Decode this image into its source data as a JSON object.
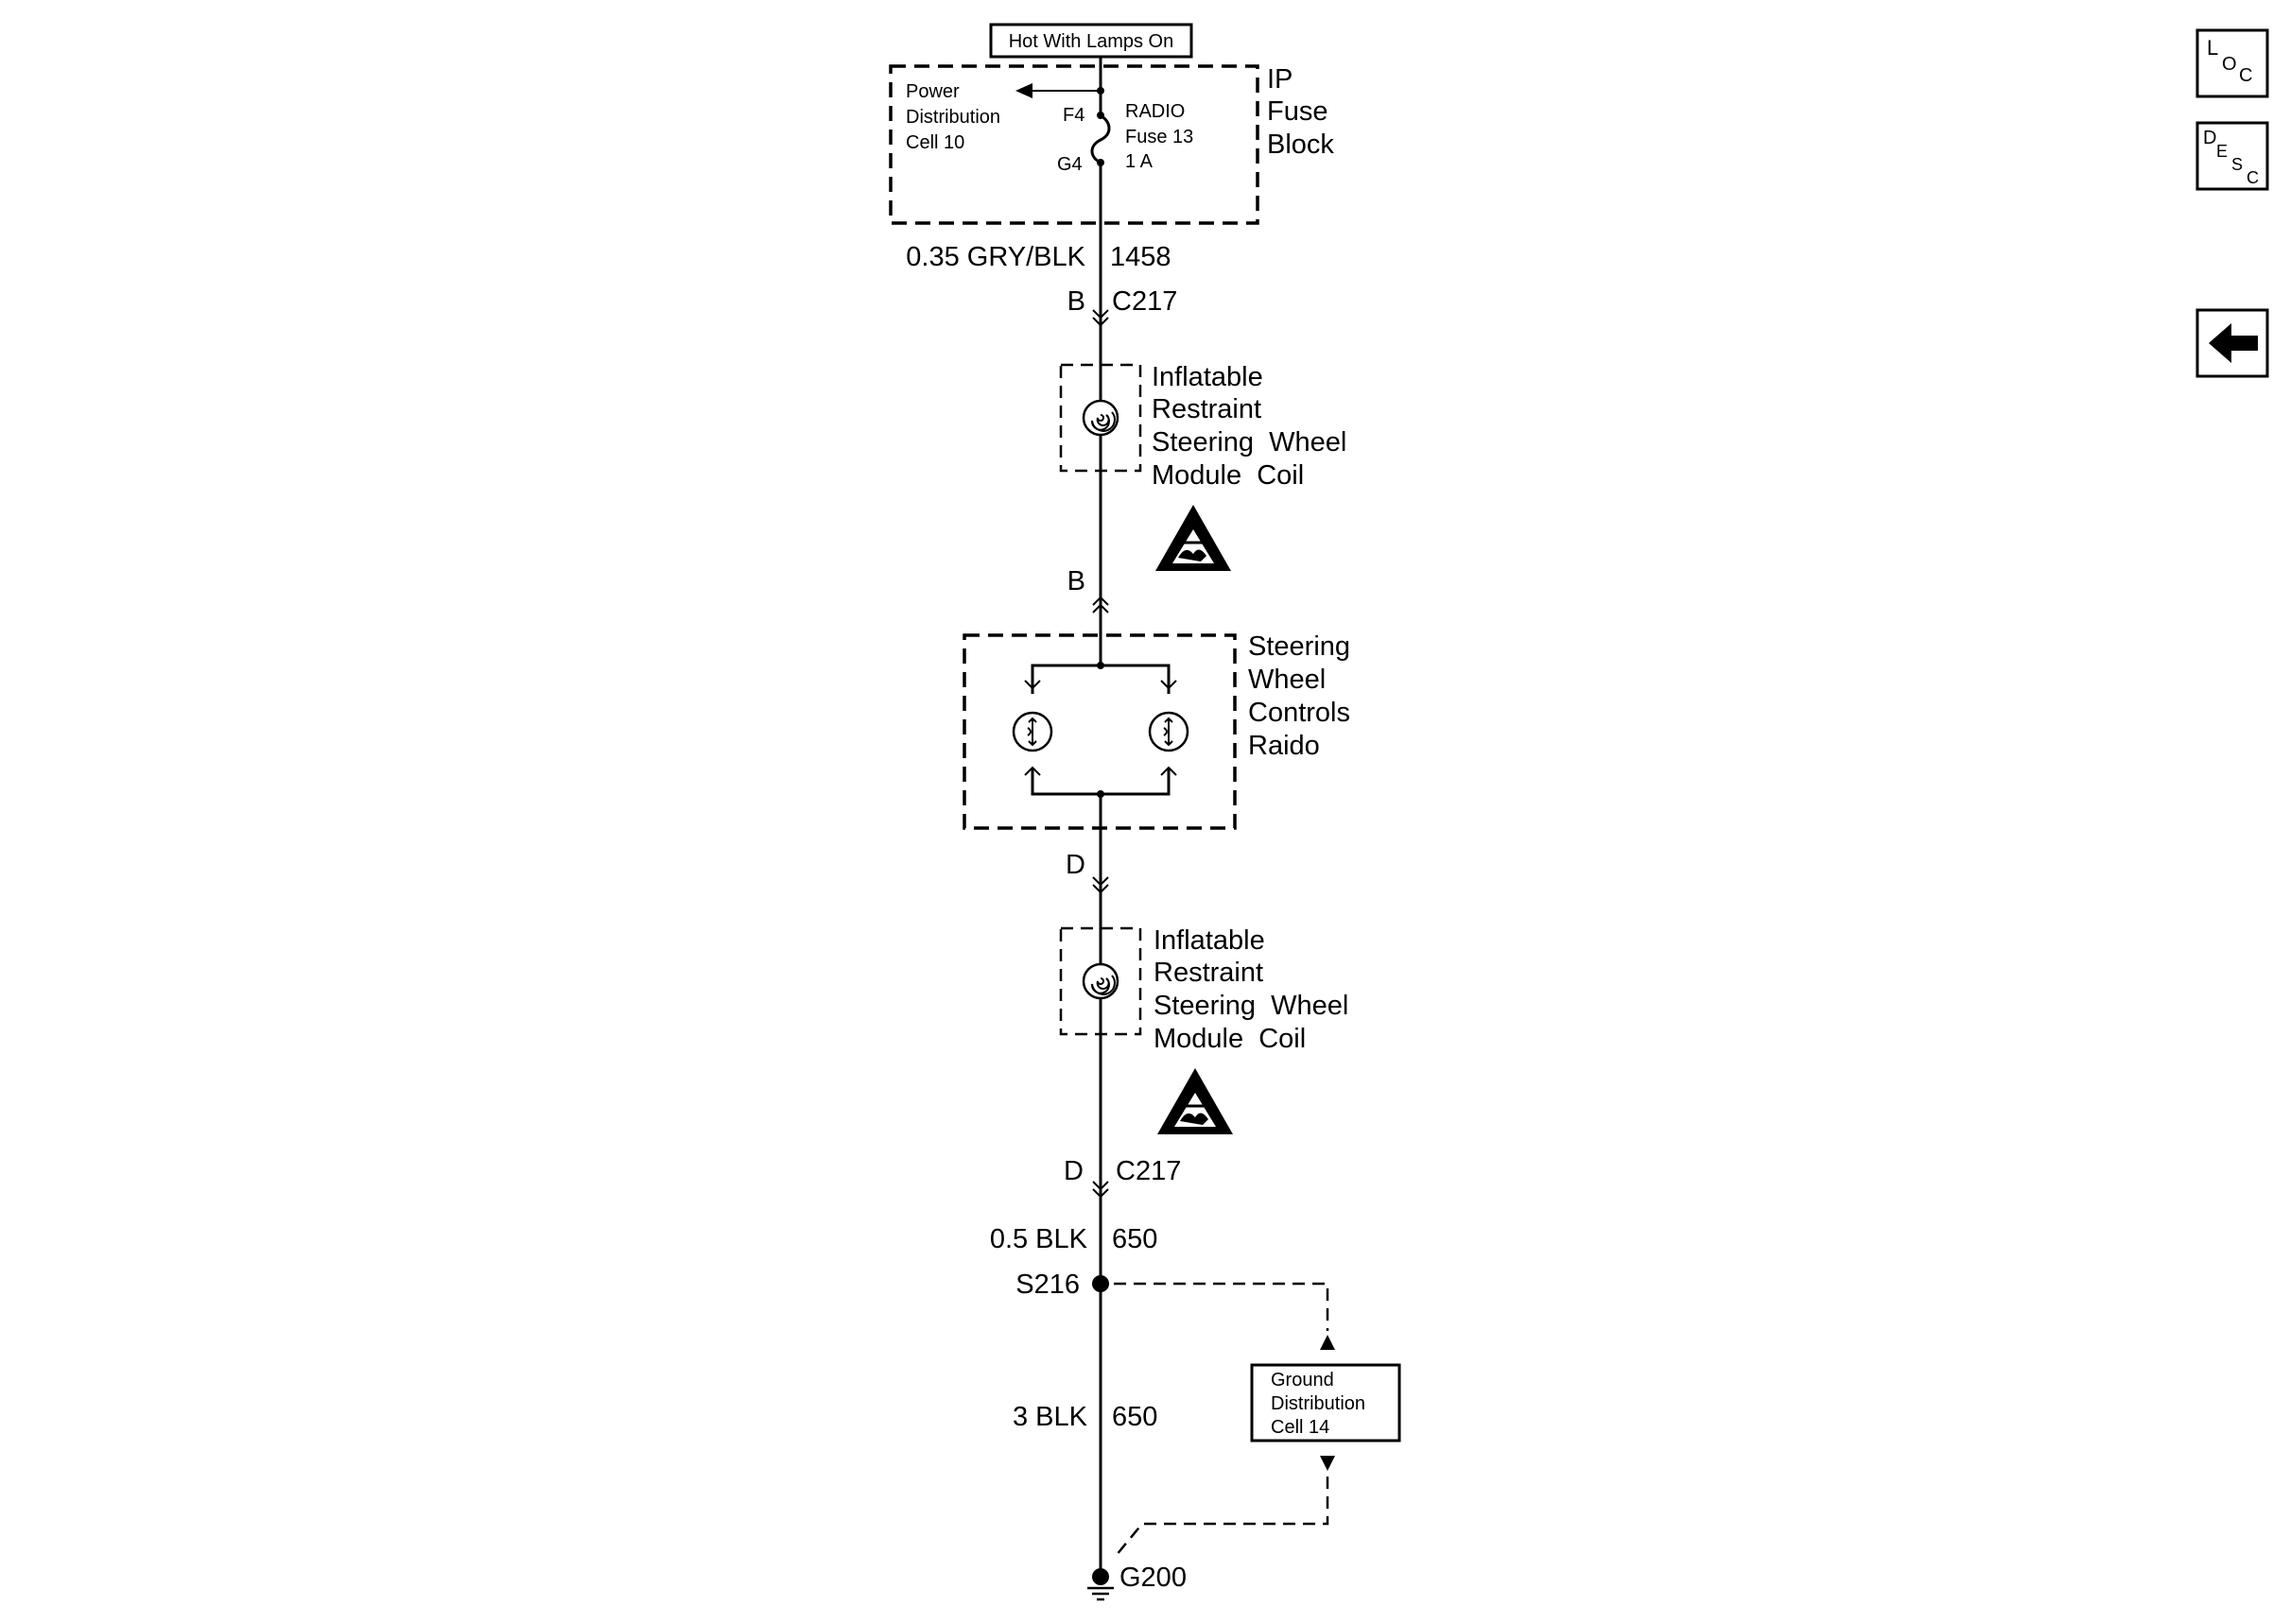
{
  "hot_label": "Hot With Lamps On",
  "fuse_block": {
    "name_lines": [
      "IP",
      "Fuse",
      "Block"
    ],
    "power_dist_lines": [
      "Power",
      "Distribution",
      "Cell 10"
    ],
    "pin_in": "F4",
    "pin_out": "G4",
    "fuse_lines": [
      "RADIO",
      "Fuse 13",
      "1 A"
    ]
  },
  "wire_top": {
    "gauge_color": "0.35 GRY/BLK",
    "circuit": "1458"
  },
  "connector_top": {
    "pin": "B",
    "name": "C217"
  },
  "coil_upper": {
    "name_lines": [
      "Inflatable",
      "Restraint",
      "Steering  Wheel",
      "Module  Coil"
    ]
  },
  "pin_mid_b": "B",
  "controls": {
    "name_lines": [
      "Steering",
      "Wheel",
      "Controls",
      "Raido"
    ]
  },
  "pin_mid_d": "D",
  "coil_lower": {
    "name_lines": [
      "Inflatable",
      "Restraint",
      "Steering  Wheel",
      "Module  Coil"
    ]
  },
  "connector_bottom": {
    "pin": "D",
    "name": "C217"
  },
  "wire_mid": {
    "gauge_color": "0.5 BLK",
    "circuit": "650"
  },
  "splice": "S216",
  "wire_bottom": {
    "gauge_color": "3 BLK",
    "circuit": "650"
  },
  "ground_dist_lines": [
    "Ground",
    "Distribution",
    "Cell 14"
  ],
  "ground": "G200",
  "nav": {
    "loc": {
      "big": "L",
      "sub1": "O",
      "sub2": "C"
    },
    "desc": {
      "big": "D",
      "sub1": "E",
      "sub2": "S",
      "sub3": "C"
    },
    "back_icon": "left-arrow-icon"
  }
}
